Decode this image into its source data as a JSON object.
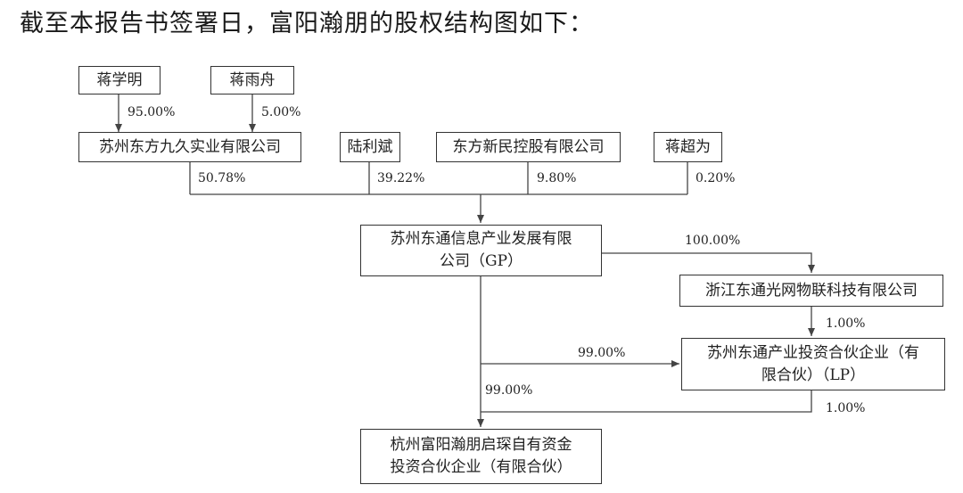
{
  "heading": "截至本报告书签署日，富阳瀚朋的股权结构图如下：",
  "nodes": {
    "jiang_xueming": "蒋学明",
    "jiang_yuzhou": "蒋雨舟",
    "suzhou_dongfang_jiujiu": "苏州东方九久实业有限公司",
    "lu_libin": "陆利斌",
    "dongfang_xinmin": "东方新民控股有限公司",
    "jiang_chaowei": "蒋超为",
    "suzhou_dongtong_xinxi_line1": "苏州东通信息产业发展有限",
    "suzhou_dongtong_xinxi_line2": "公司（GP）",
    "zhejiang_dongtong": "浙江东通光网物联科技有限公司",
    "suzhou_dongtong_chanye_line1": "苏州东通产业投资合伙企业（有",
    "suzhou_dongtong_chanye_line2": "限合伙）（LP）",
    "hangzhou_fuyang_line1": "杭州富阳瀚朋启琛自有资金",
    "hangzhou_fuyang_line2": "投资合伙企业（有限合伙）"
  },
  "percentages": {
    "xueming_to_jiujiu": "95.00%",
    "yuzhou_to_jiujiu": "5.00%",
    "jiujiu_to_xinxi": "50.78%",
    "libin_to_xinxi": "39.22%",
    "xinmin_to_xinxi": "9.80%",
    "chaowei_to_xinxi": "0.20%",
    "xinxi_to_zhejiang": "100.00%",
    "zhejiang_to_chanye": "1.00%",
    "xinxi_to_chanye": "99.00%",
    "chanye_to_hangzhou": "99.00%",
    "xinxi_to_hangzhou": "1.00%"
  },
  "colors": {
    "line": "#444444",
    "border": "#333333",
    "text": "#222222"
  }
}
